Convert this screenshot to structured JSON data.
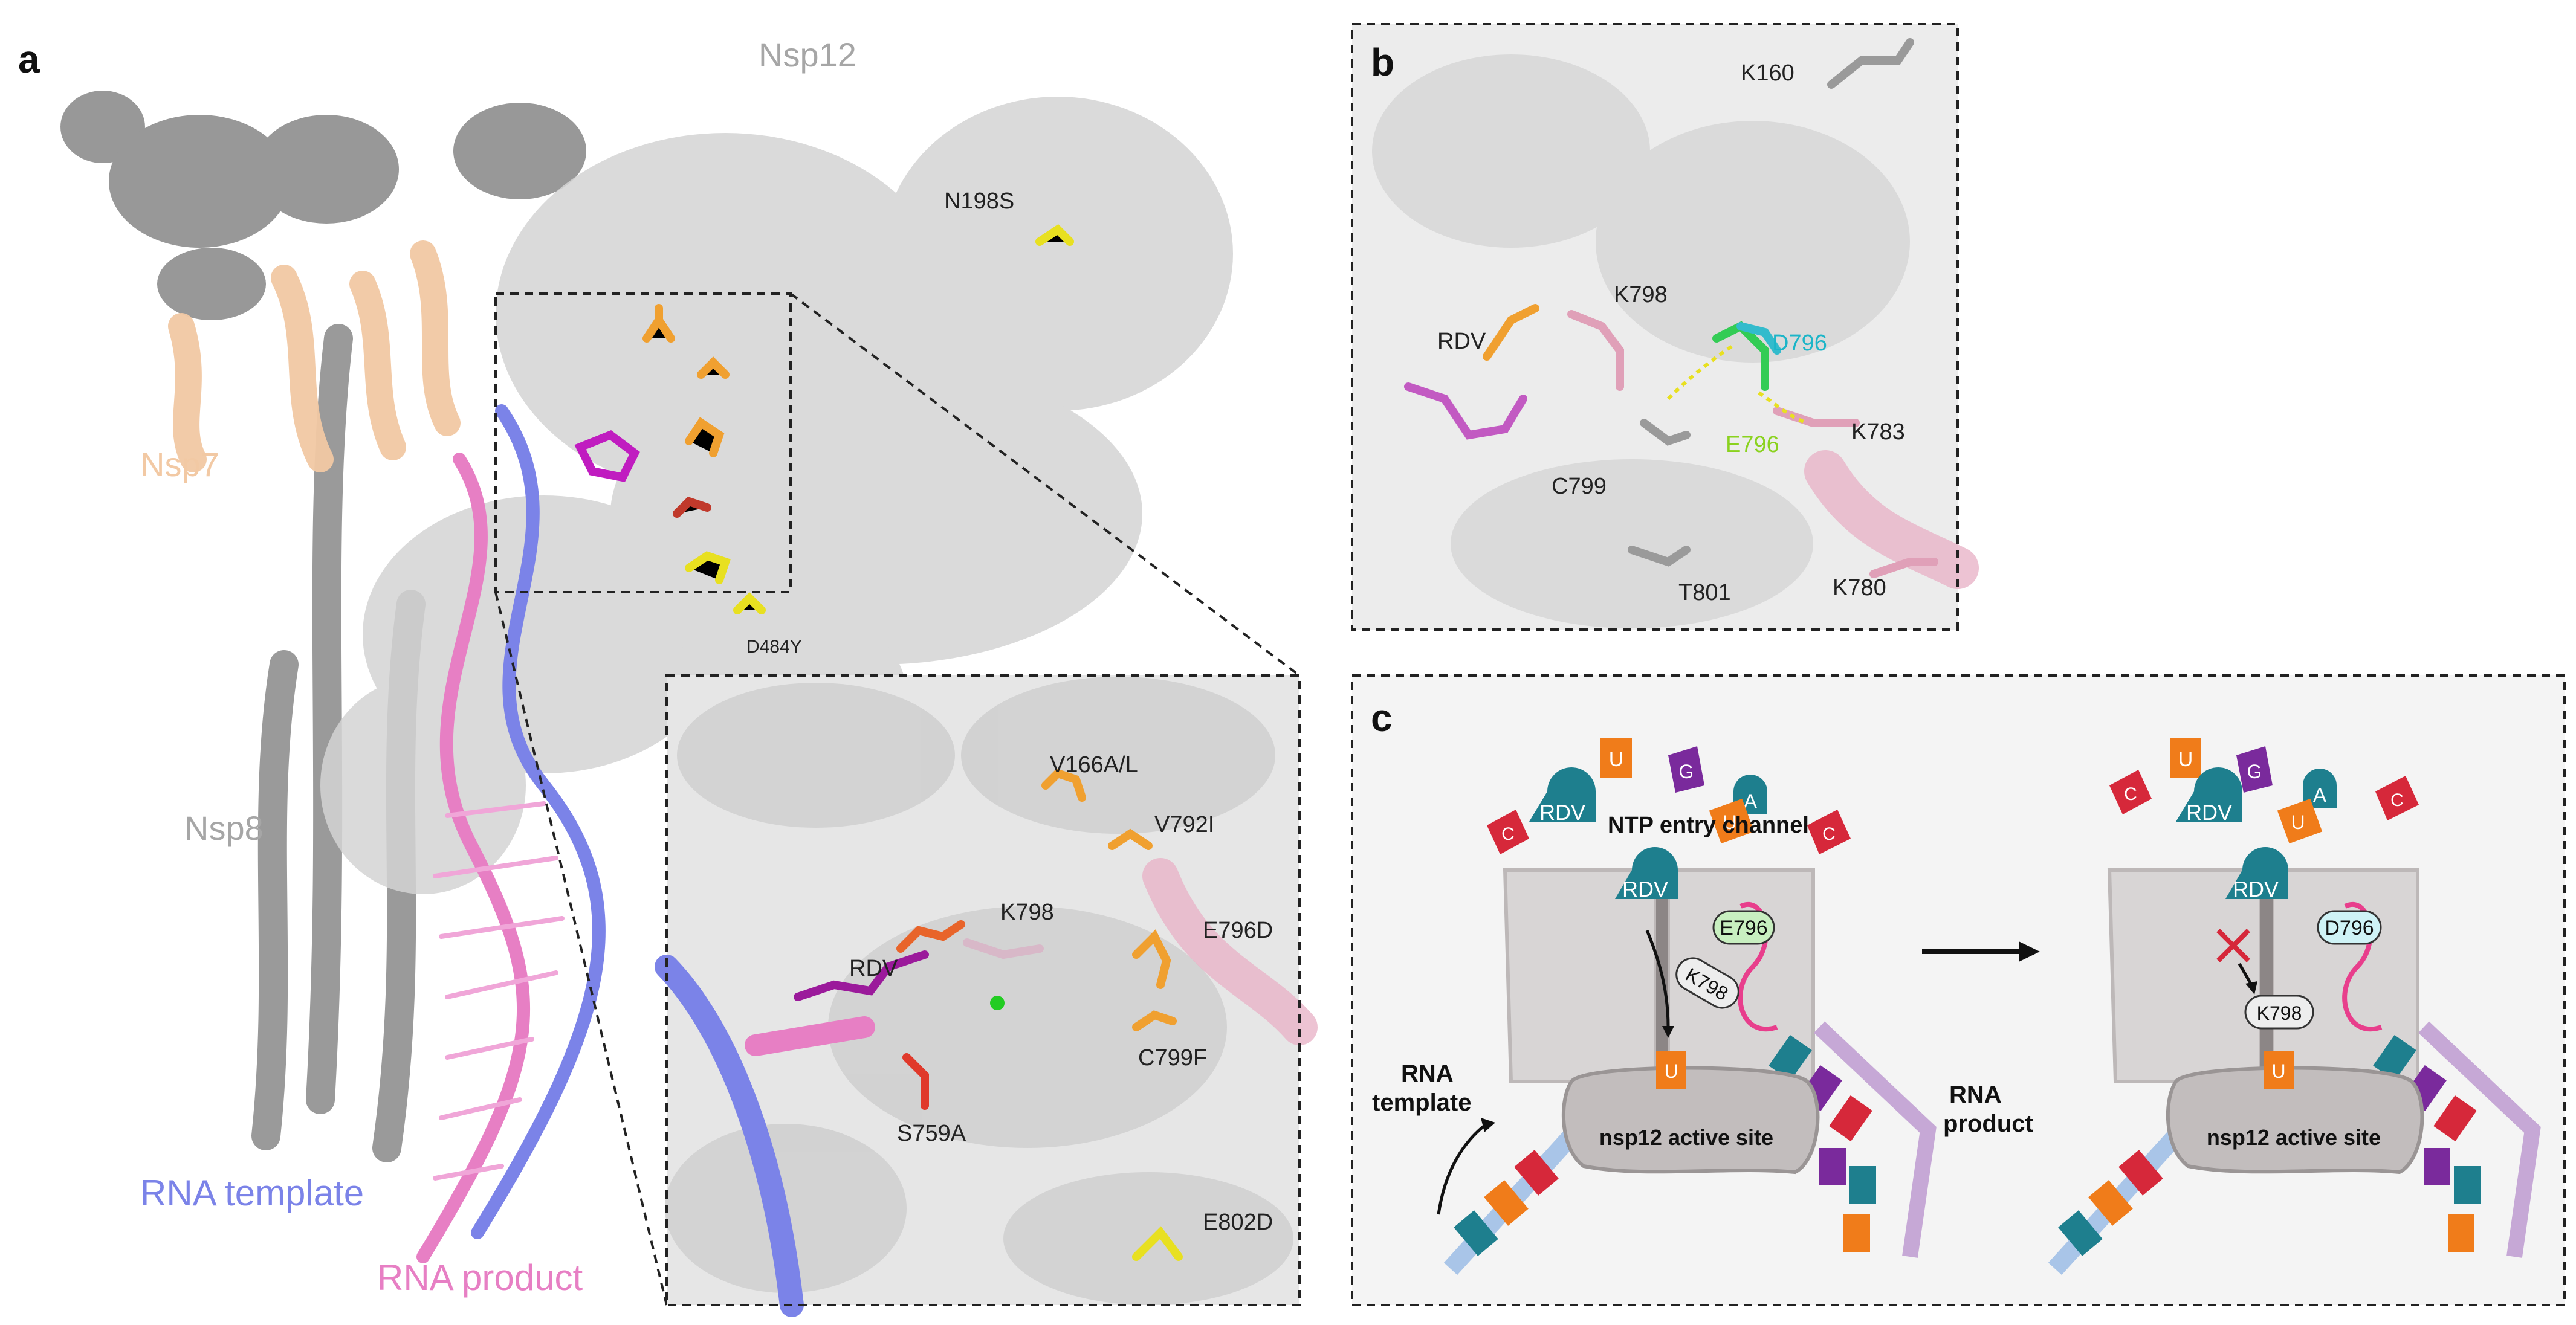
{
  "panel_a": {
    "letter": "a",
    "labels": {
      "nsp12": "Nsp12",
      "nsp7": "Nsp7",
      "nsp8": "Nsp8",
      "rna_template": "RNA template",
      "rna_product": "RNA product",
      "n198s": "N198S",
      "d484y": "D484Y"
    },
    "inset": {
      "v166": "V166A/L",
      "v792i": "V792I",
      "k798": "K798",
      "e796d": "E796D",
      "rdv": "RDV",
      "c799f": "C799F",
      "s759a": "S759A",
      "e802d": "E802D"
    }
  },
  "panel_b": {
    "letter": "b",
    "labels": {
      "k160": "K160",
      "k798": "K798",
      "rdv": "RDV",
      "d796": "D796",
      "e796": "E796",
      "k783": "K783",
      "c799": "C799",
      "t801": "T801",
      "k780": "K780"
    }
  },
  "panel_c": {
    "letter": "c",
    "ntp_channel": "NTP entry channel",
    "rna_template": [
      "RNA",
      "template"
    ],
    "rna_product": [
      "RNA",
      "product"
    ],
    "active_site": "nsp12 active site",
    "rdv": "RDV",
    "k798": "K798",
    "e796": "E796",
    "d796": "D796",
    "nucleotides": [
      "U",
      "G",
      "A",
      "C"
    ]
  },
  "colors": {
    "template": "#7b83e8",
    "product": "#e77fc4",
    "nsp7": "#f2c9a4",
    "gray_text": "#a6a6a6",
    "u": "#f07c1a",
    "g": "#7a2a9c",
    "a": "#1e7f8e",
    "c": "#d6283a",
    "e796_fill": "#c8efc0",
    "d796_fill": "#cff3f6"
  }
}
